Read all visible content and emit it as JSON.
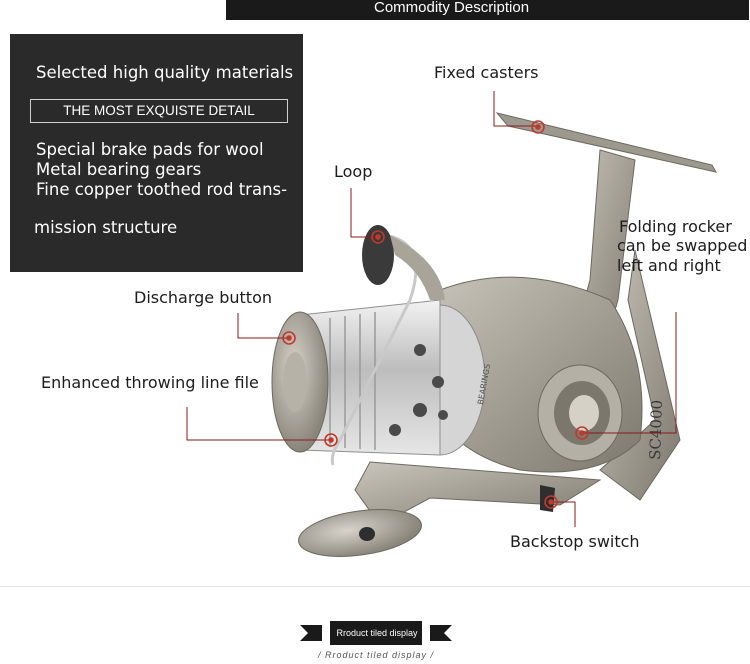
{
  "header": {
    "title": "Commodity Description"
  },
  "features_panel": {
    "heading": "Selected high quality materials",
    "boxed_title": "THE MOST EXQUISTE DETAIL",
    "lines": [
      "Special brake pads for wool",
      "Metal bearing gears",
      "Fine copper toothed rod trans-",
      "mission structure"
    ]
  },
  "callouts": {
    "fixed_casters": "Fixed casters",
    "loop": "Loop",
    "folding_rocker": [
      "Folding rocker",
      "can be swapped",
      "left and right"
    ],
    "discharge_button": "Discharge button",
    "enhanced_throwing": "Enhanced throwing line file",
    "backstop_switch": "Backstop switch"
  },
  "reel_markings": {
    "model": "SC4000",
    "brand_text": "BEARINGS"
  },
  "footer": {
    "ribbon_label": "Rroduct tiled display",
    "sub_caption": "/ Rroduct tiled display /"
  },
  "colors": {
    "accent": "#c0392b",
    "dark": "#1a1a1a",
    "panel": "#2a2a2a",
    "reel_body": "#a8a398",
    "spool": "#d9d9d9"
  }
}
